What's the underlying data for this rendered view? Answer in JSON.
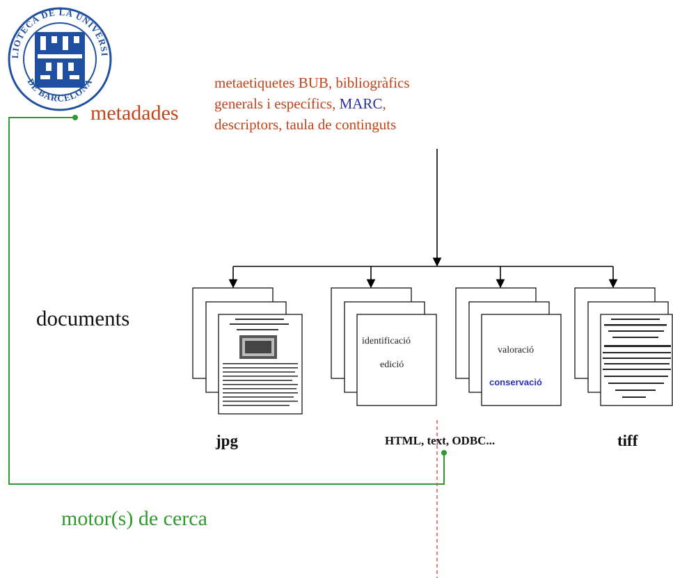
{
  "labels": {
    "metadades": "metadades",
    "description_line1": "metaetiquetes BUB, bibliogràfics",
    "description_line2_pre": "generals i específics, ",
    "description_line2_marc": "MARC",
    "description_line2_post": ",",
    "description_line3": "descriptors, taula de continguts",
    "documents": "documents",
    "format_jpg": "jpg",
    "format_html": "HTML, text, ODBC...",
    "format_tiff": "tiff",
    "search_engine": "motor(s) de cerca"
  },
  "pages": {
    "identificacio": "identificació",
    "edicio": "edició",
    "valoracio": "valoració",
    "conservacio": "conservació"
  },
  "colors": {
    "metadata_text": "#c0431a",
    "marc_text": "#2b2f9e",
    "search_text": "#2e9a2e",
    "green_line": "#2e9a2e",
    "red_dashed": "#e0505a",
    "logo_blue": "#1f4fa0"
  },
  "logo": {
    "icon": "university-library-seal",
    "text_top": "BIBLIOTECA DE LA UNIVERSITAT",
    "text_bottom": "DE BARCELONA"
  }
}
